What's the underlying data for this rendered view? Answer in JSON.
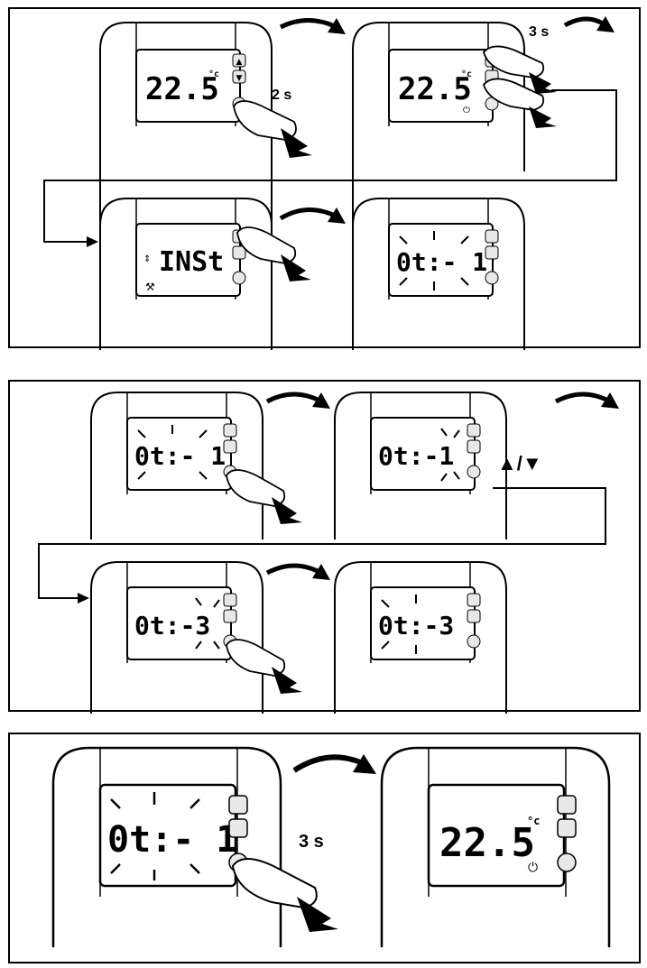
{
  "colors": {
    "line": "#000000",
    "device_fill": "#ffffff",
    "lcd_fill": "#ffffff",
    "button_fill": "#e8e8e8",
    "finger_fill": "#ffffff"
  },
  "icons": [
    "thermostat",
    "arrow-up-button",
    "arrow-down-button",
    "power-button",
    "finger-press",
    "curved-arrow",
    "wrench-icon",
    "flame-icon"
  ],
  "panel1": {
    "press_time_1": "2 s",
    "press_time_2": "3 s",
    "display_temp": "22.5",
    "display_unit": "°c",
    "display_inst": "INSt",
    "display_ot1": "0t:- 1"
  },
  "panel2": {
    "display_ot1": "0t:- 1",
    "display_ot_next": "0t:-1",
    "updown_label": "▲/▼",
    "display_ot3": "0t:-3"
  },
  "panel3": {
    "display_ot1": "0t:- 1",
    "press_time": "3 s",
    "display_temp": "22.5",
    "display_unit": "°c"
  }
}
